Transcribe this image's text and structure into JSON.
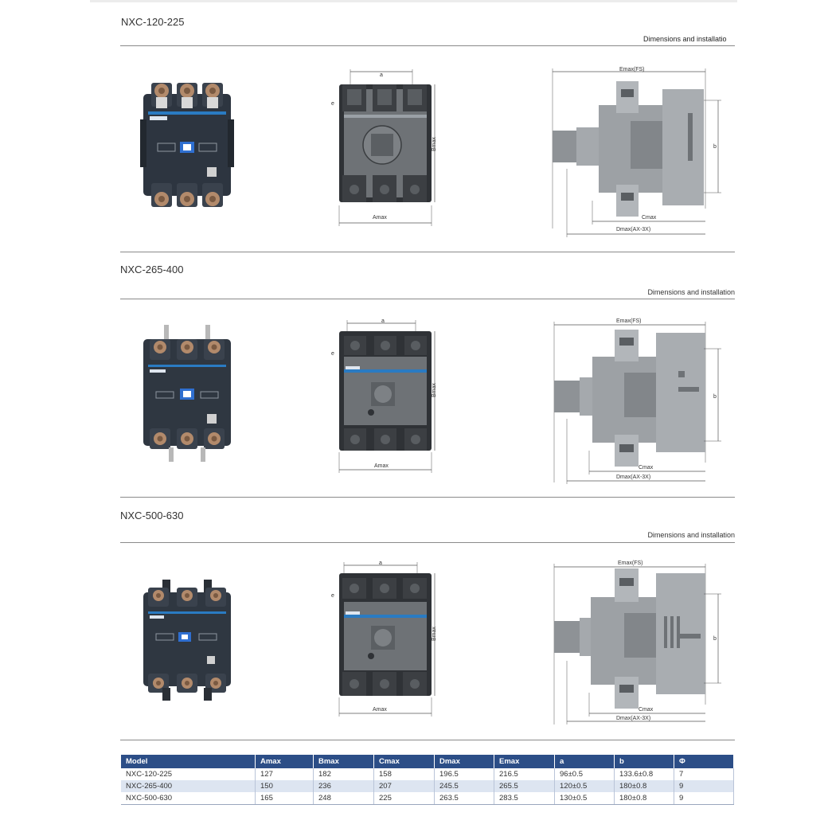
{
  "colors": {
    "header_blue": "#2c4e87",
    "row_shade": "#dde5f1",
    "device_body": "#2d3540",
    "drawing_gray": "#8e9296",
    "rule_gray": "#8a8a8a"
  },
  "sections": [
    {
      "title": "NXC-120-225",
      "subtitle": "Dimensions and installatio",
      "front_label_a": "a",
      "front_label_e": "e",
      "front_label_bmax": "Bmax",
      "front_label_amax": "Amax",
      "side_label_emax": "Emax(FS)",
      "side_label_b": "b",
      "side_label_cmax": "Cmax",
      "side_label_dmax": "Dmax(AX-3X)"
    },
    {
      "title": "NXC-265-400",
      "subtitle": "Dimensions and installation",
      "front_label_a": "a",
      "front_label_e": "e",
      "front_label_bmax": "Bmax",
      "front_label_amax": "Amax",
      "side_label_emax": "Emax(FS)",
      "side_label_b": "b",
      "side_label_cmax": "Cmax",
      "side_label_dmax": "Dmax(AX-3X)"
    },
    {
      "title": "NXC-500-630",
      "subtitle": "Dimensions and installation",
      "front_label_a": "a",
      "front_label_e": "e",
      "front_label_bmax": "Bmax",
      "front_label_amax": "Amax",
      "side_label_emax": "Emax(FS)",
      "side_label_b": "b",
      "side_label_cmax": "Cmax",
      "side_label_dmax": "Dmax(AX-3X)"
    }
  ],
  "table": {
    "headers": [
      "Model",
      "Amax",
      "Bmax",
      "Cmax",
      "Dmax",
      "Emax",
      "a",
      "b",
      "Φ"
    ],
    "rows": [
      [
        "NXC-120-225",
        "127",
        "182",
        "158",
        "196.5",
        "216.5",
        "96±0.5",
        "133.6±0.8",
        "7"
      ],
      [
        "NXC-265-400",
        "150",
        "236",
        "207",
        "245.5",
        "265.5",
        "120±0.5",
        "180±0.8",
        "9"
      ],
      [
        "NXC-500-630",
        "165",
        "248",
        "225",
        "263.5",
        "283.5",
        "130±0.5",
        "180±0.8",
        "9"
      ]
    ]
  }
}
